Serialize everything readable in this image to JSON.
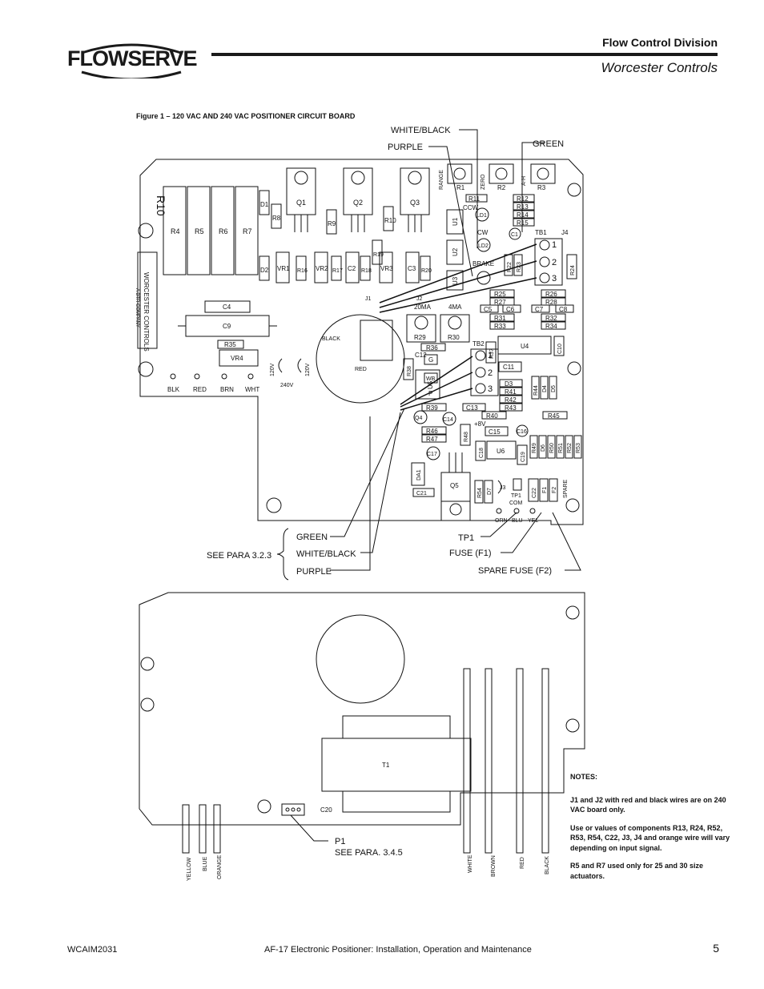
{
  "header": {
    "logo": "FLOWSERVE",
    "division": "Flow Control Division",
    "brand": "Worcester Controls"
  },
  "figure": {
    "caption": "Figure 1 – 120 VAC AND 240 VAC POSITIONER CIRCUIT BOARD",
    "wire_labels": {
      "white_black_top": "WHITE/BLACK",
      "purple_top": "PURPLE",
      "green_top": "GREEN",
      "green_bottom": "GREEN",
      "white_black_bottom": "WHITE/BLACK",
      "purple_bottom": "PURPLE",
      "see_para_323": "SEE PARA 3.2.3",
      "tp1": "TP1",
      "fuse_f1": "FUSE (F1)",
      "spare_fuse_f2": "SPARE FUSE (F2)",
      "p1": "P1",
      "see_para_345": "SEE PARA. 3.4.5"
    },
    "board_labels": {
      "r10": "R10",
      "r4": "R4",
      "r5": "R5",
      "r6": "R6",
      "r7": "R7",
      "d1": "D1",
      "d2": "D2",
      "r8": "R8",
      "q1": "Q1",
      "q2": "Q2",
      "q3": "Q3",
      "r9": "R9",
      "r10b": "R10",
      "r19": "R19",
      "vr1": "VR1",
      "r16": "R16",
      "vr2": "VR2",
      "r17": "R17",
      "c2": "C2",
      "r18": "R18",
      "vr3": "VR3",
      "c3": "C3",
      "r20": "R20",
      "c4": "C4",
      "c9": "C9",
      "r35": "R35",
      "vr4": "VR4",
      "blk": "BLK",
      "red": "RED",
      "brn": "BRN",
      "wht": "WHT",
      "v120a": "120V",
      "v240": "240V",
      "v120b": "120V",
      "worcester": "WORCESTER CONTROLS",
      "btr": "A BTR COMPANY",
      "black": "BLACK",
      "redwire": "RED",
      "range": "RANGE",
      "zero": "ZERO",
      "ah": "A-H",
      "r1": "R1",
      "r2": "R2",
      "r3": "R3",
      "r11": "R11",
      "r12": "R12",
      "r13": "R13",
      "r14": "R14",
      "r15": "R15",
      "ccw": "CCW",
      "cw": "CW",
      "ld1": "LD1",
      "ld2": "LD2",
      "u1": "U1",
      "u2": "U2",
      "u3": "U3",
      "brake": "BRAKE",
      "c1": "C1",
      "tb1": "TB1",
      "j4": "J4",
      "r22": "R22",
      "r23": "R23",
      "r24": "R24",
      "n1": "1",
      "n2": "2",
      "n3": "3",
      "j1": "J1",
      "j2": "J2",
      "ma20": "20MA",
      "ma4": "4MA",
      "r25": "R25",
      "r27": "R27",
      "c5": "C5",
      "c6": "C6",
      "r26": "R26",
      "r28": "R28",
      "c7": "C7",
      "c8": "C8",
      "r29": "R29",
      "r30": "R30",
      "r31": "R31",
      "r33": "R33",
      "r32": "R32",
      "r34": "R34",
      "r36": "R36",
      "r37": "R37",
      "u4": "U4",
      "c10": "C10",
      "tb2": "TB2",
      "c12": "C12",
      "c11": "C11",
      "g": "G",
      "wb": "WB",
      "p": "P",
      "t1": "1",
      "t2": "2",
      "t3": "3",
      "r38": "R38",
      "u5": "U5",
      "d3": "D3",
      "r41": "R41",
      "r42": "R42",
      "r43": "R43",
      "r44": "R44",
      "d4": "D4",
      "d5": "D5",
      "r39": "R39",
      "c13": "C13",
      "r40": "R40",
      "r45": "R45",
      "q4": "Q4",
      "c14": "C14",
      "v8": "+8V",
      "r46": "R46",
      "r47": "R47",
      "r48": "R48",
      "c15": "C15",
      "c16": "C16",
      "r49": "R49",
      "d6": "D6",
      "r50": "R50",
      "r51": "R51",
      "r52": "R52",
      "r53": "R53",
      "c17": "C17",
      "c18": "C18",
      "u6": "U6",
      "c19": "C19",
      "da1": "DA1",
      "q5": "Q5",
      "c21": "C21",
      "r54": "R54",
      "d7": "D7",
      "j3": "J3",
      "tp1b": "TP1",
      "com": "COM",
      "c22": "C22",
      "f1": "F1",
      "f2": "F2",
      "spare": "SPARE",
      "orn": "ORN",
      "blu": "BLU",
      "yel": "YEL",
      "trans": "T1",
      "c20": "C20",
      "yellow": "YELLOW",
      "blue": "BLUE",
      "orange": "ORANGE",
      "white": "WHITE",
      "brown": "BROWN",
      "redw": "RED",
      "blackw": "BLACK"
    }
  },
  "notes": {
    "title": "NOTES:",
    "items": [
      "J1 and J2 with red and black wires are on 240 VAC board only.",
      "Use or values of components R13, R24, R52, R53, R54, C22, J3, J4 and orange wire will vary depending on input signal.",
      "R5 and R7 used only for 25 and 30 size actuators."
    ]
  },
  "footer": {
    "doc_id": "WCAIM2031",
    "title": "AF-17 Electronic Positioner: Installation, Operation and Maintenance",
    "page": "5"
  }
}
